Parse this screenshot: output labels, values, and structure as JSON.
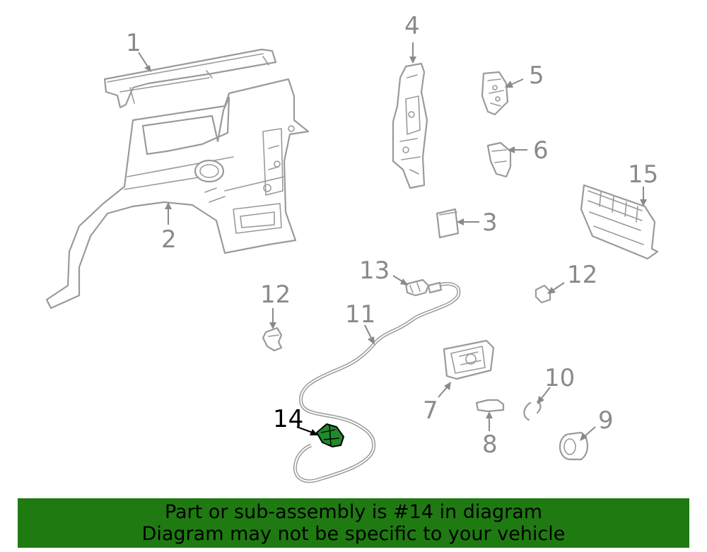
{
  "callouts": {
    "c1": "1",
    "c2": "2",
    "c3": "3",
    "c4": "4",
    "c5": "5",
    "c6": "6",
    "c7": "7",
    "c8": "8",
    "c9": "9",
    "c10": "10",
    "c11": "11",
    "c12a": "12",
    "c12b": "12",
    "c13": "13",
    "c14": "14",
    "c15": "15"
  },
  "highlight": {
    "part_number": "14",
    "color": "#1f8a2a"
  },
  "banner": {
    "line1": "Part or sub-assembly is #14 in diagram",
    "line2": "Diagram may not be specific to your vehicle",
    "background": "#1f7a12"
  }
}
